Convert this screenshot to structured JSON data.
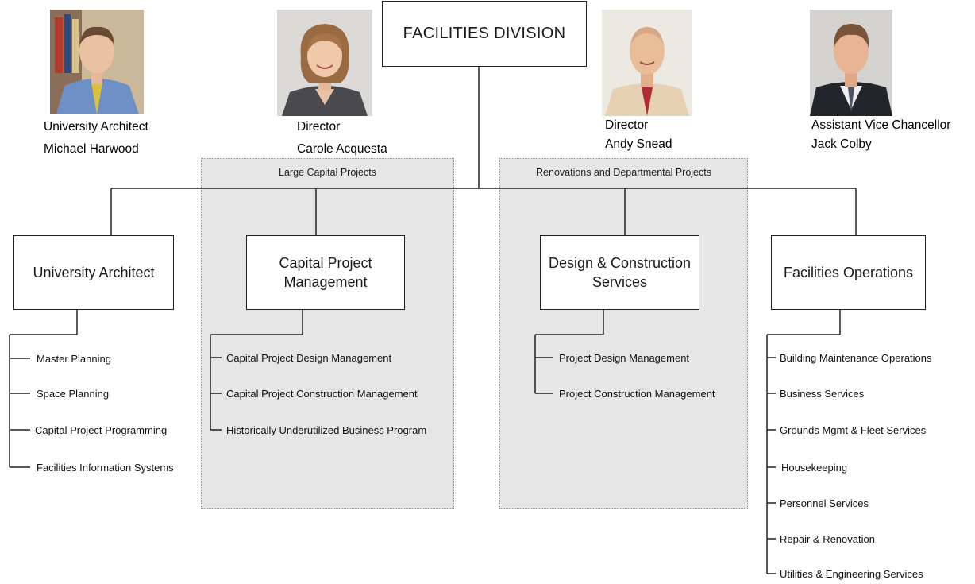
{
  "top": {
    "title": "FACILITIES DIVISION"
  },
  "people": [
    {
      "title": "University Architect",
      "name": "Michael Harwood"
    },
    {
      "title": "Director",
      "name": "Carole Acquesta"
    },
    {
      "title": "Director",
      "name": "Andy Snead"
    },
    {
      "title": "Assistant Vice Chancellor",
      "name": "Jack Colby"
    }
  ],
  "groups": [
    {
      "label": "Large Capital Projects"
    },
    {
      "label": "Renovations and Departmental Projects"
    }
  ],
  "units": [
    {
      "name": "University Architect",
      "items": [
        "Master Planning",
        "Space Planning",
        "Capital Project Programming",
        "Facilities Information Systems"
      ]
    },
    {
      "name": "Capital Project Management",
      "items": [
        "Capital Project Design Management",
        "Capital Project Construction Management",
        "Historically Underutilized Business Program"
      ]
    },
    {
      "name": "Design & Construction Services",
      "items": [
        "Project Design Management",
        "Project Construction Management"
      ]
    },
    {
      "name": "Facilities Operations",
      "items": [
        "Building Maintenance Operations",
        "Business Services",
        "Grounds Mgmt & Fleet Services",
        "Housekeeping",
        "Personnel Services",
        "Repair & Renovation",
        "Utilities & Engineering Services"
      ]
    }
  ]
}
